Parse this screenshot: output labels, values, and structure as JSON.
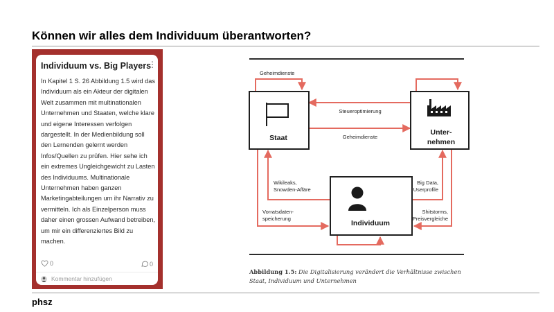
{
  "slide": {
    "title": "Können wir alles dem Individuum überantworten?",
    "footer": "phsz"
  },
  "card": {
    "title": "Individuum vs. Big Players",
    "menu_icon": "more-vertical-icon",
    "body": "In Kapitel 1 S. 26 Abbildung 1.5 wird das Individuum als ein Akteur der digitalen Welt zusammen mit multinationalen Unternehmen und Staaten, welche klare und eigene Interessen verfolgen dargestellt. In der Medienbildung soll den Lernenden gelernt werden Infos/Quellen zu prüfen. Hier sehe ich ein extremes Ungleichgewicht zu Lasten des Individuums. Multinationale Unternehmen haben ganzen Marketingabteilungen um ihr Narrativ zu vermitteln. Ich als Einzelperson muss daher einen grossen Aufwand betreiben, um mir ein differenziertes Bild zu machen.",
    "likes": "0",
    "comments": "0",
    "comment_placeholder": "Kommentar hinzufügen",
    "frame_color": "#a4302d"
  },
  "diagram": {
    "nodes": {
      "staat": "Staat",
      "unternehmen_1": "Unter-",
      "unternehmen_2": "nehmen",
      "individuum": "Individuum"
    },
    "labels": {
      "geheimdienste_top": "Geheimdienste",
      "steueroptimierung": "Steueroptimierung",
      "geheimdienste_mid": "Geheimdienste",
      "wikileaks_1": "Wikileaks,",
      "wikileaks_2": "Snowden-Affäre",
      "vorrat_1": "Vorratsdaten-",
      "vorrat_2": "speicherung",
      "bigdata_1": "Big Data,",
      "bigdata_2": "Userprofile",
      "shit_1": "Shitstorms,",
      "shit_2": "Preisvergleiche"
    },
    "arrow_color": "#e46a5f",
    "caption_label": "Abbildung 1.5:",
    "caption_text": " Die Digitalisierung verändert die Verhältnisse zwischen Staat, Individuum und Unternehmen"
  }
}
